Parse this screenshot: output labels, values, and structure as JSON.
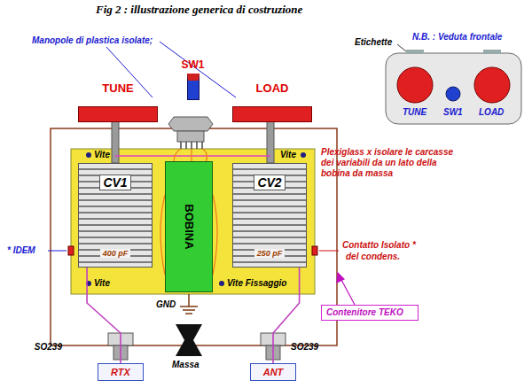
{
  "diagram": {
    "title": "Fig 2 : illustrazione generica di costruzione",
    "nodes": [
      {
        "text": [
          "TUNE"
        ]
      },
      {
        "text": [
          "SW1"
        ]
      },
      {
        "text": [
          "LOAD"
        ]
      },
      {
        "text": [
          "CV1",
          "400 pF"
        ]
      },
      {
        "text": [
          "BOBINA"
        ]
      },
      {
        "text": [
          "CV2",
          "250 pF"
        ]
      },
      {
        "text": [
          "Contenitore TEKO"
        ]
      },
      {
        "text": [
          "RTX"
        ]
      },
      {
        "text": [
          "ANT"
        ]
      }
    ],
    "edges": [
      {
        "from": 3,
        "to": 7,
        "arrow": "none"
      },
      {
        "from": 5,
        "to": 8,
        "arrow": "none"
      }
    ],
    "labels": [
      "Manopole di plastica isolate;",
      "N.B. : Veduta frontale",
      "Etichette",
      "TUNE",
      "SW1",
      "LOAD",
      "Vite",
      "Vite",
      "Plexiglass x isolare le carcasse dei variabili da un lato della bobina da massa",
      "* IDEM",
      "Contatto Isolato *",
      "del condens.",
      "Vite",
      "Vite Fissaggio",
      "GND",
      "Massa",
      "SO239",
      "SO239"
    ]
  }
}
